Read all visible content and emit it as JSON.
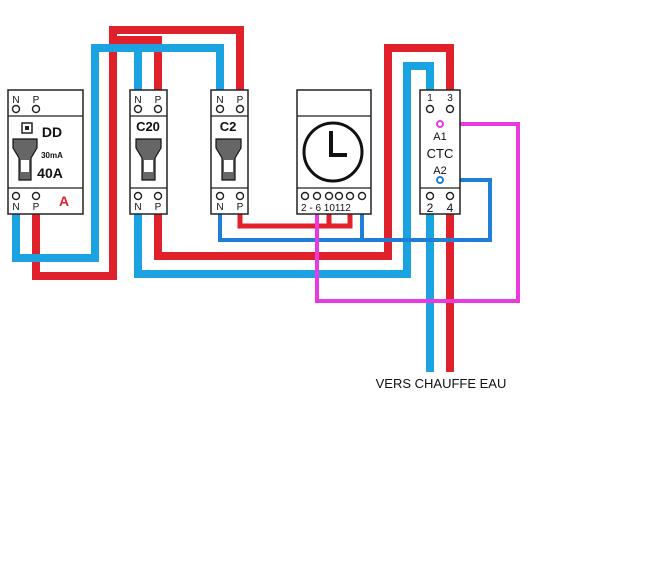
{
  "diagram": {
    "colors": {
      "phase": "#e0202a",
      "neutral": "#1aa3e0",
      "control": "#e83ae0",
      "control_neutral": "#1f7fd6",
      "module_fill": "#ffffff",
      "module_stroke": "#222222",
      "handle": "#666666"
    },
    "dd": {
      "top_n": "N",
      "top_p": "P",
      "bot_n": "N",
      "bot_p": "P",
      "name": "DD",
      "sensitivity": "30mA",
      "rating": "40A",
      "class_label": "A"
    },
    "c20": {
      "top_n": "N",
      "top_p": "P",
      "bot_n": "N",
      "bot_p": "P",
      "name": "C20"
    },
    "c2": {
      "top_n": "N",
      "top_p": "P",
      "bot_n": "N",
      "bot_p": "P",
      "name": "C2"
    },
    "timer": {
      "icon": "clock-icon",
      "terminals": "2 - 6   10112"
    },
    "ctc": {
      "t1": "1",
      "t3": "3",
      "a1": "A1",
      "name": "CTC",
      "a2": "A2",
      "t2": "2",
      "t4": "4"
    },
    "output_label": "VERS CHAUFFE EAU"
  }
}
